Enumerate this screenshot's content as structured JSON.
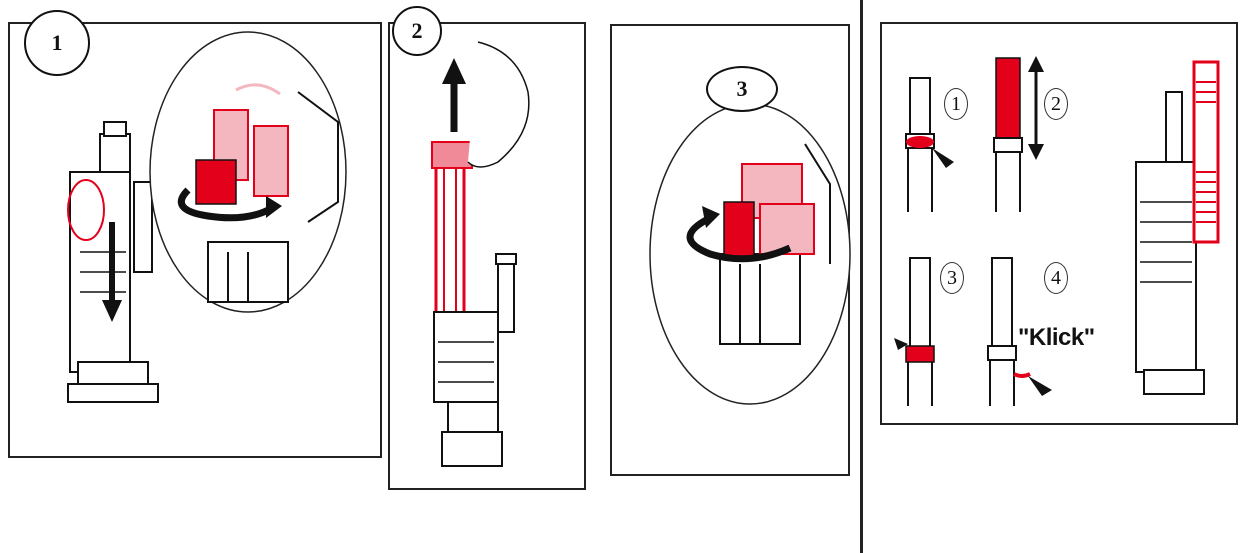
{
  "steps": {
    "step1_label": "1",
    "step2_label": "2",
    "step3_label": "3"
  },
  "adjustment": {
    "sub1": "1",
    "sub2": "2",
    "sub3": "3",
    "sub4": "4",
    "klick": "\"Klick\""
  },
  "colors": {
    "accent": "#e3001b",
    "line": "#111111"
  },
  "icons": [
    "rotate-arrow-icon",
    "up-arrow-icon",
    "down-arrow-icon",
    "pointer-arrow-icon",
    "double-arrow-icon"
  ]
}
